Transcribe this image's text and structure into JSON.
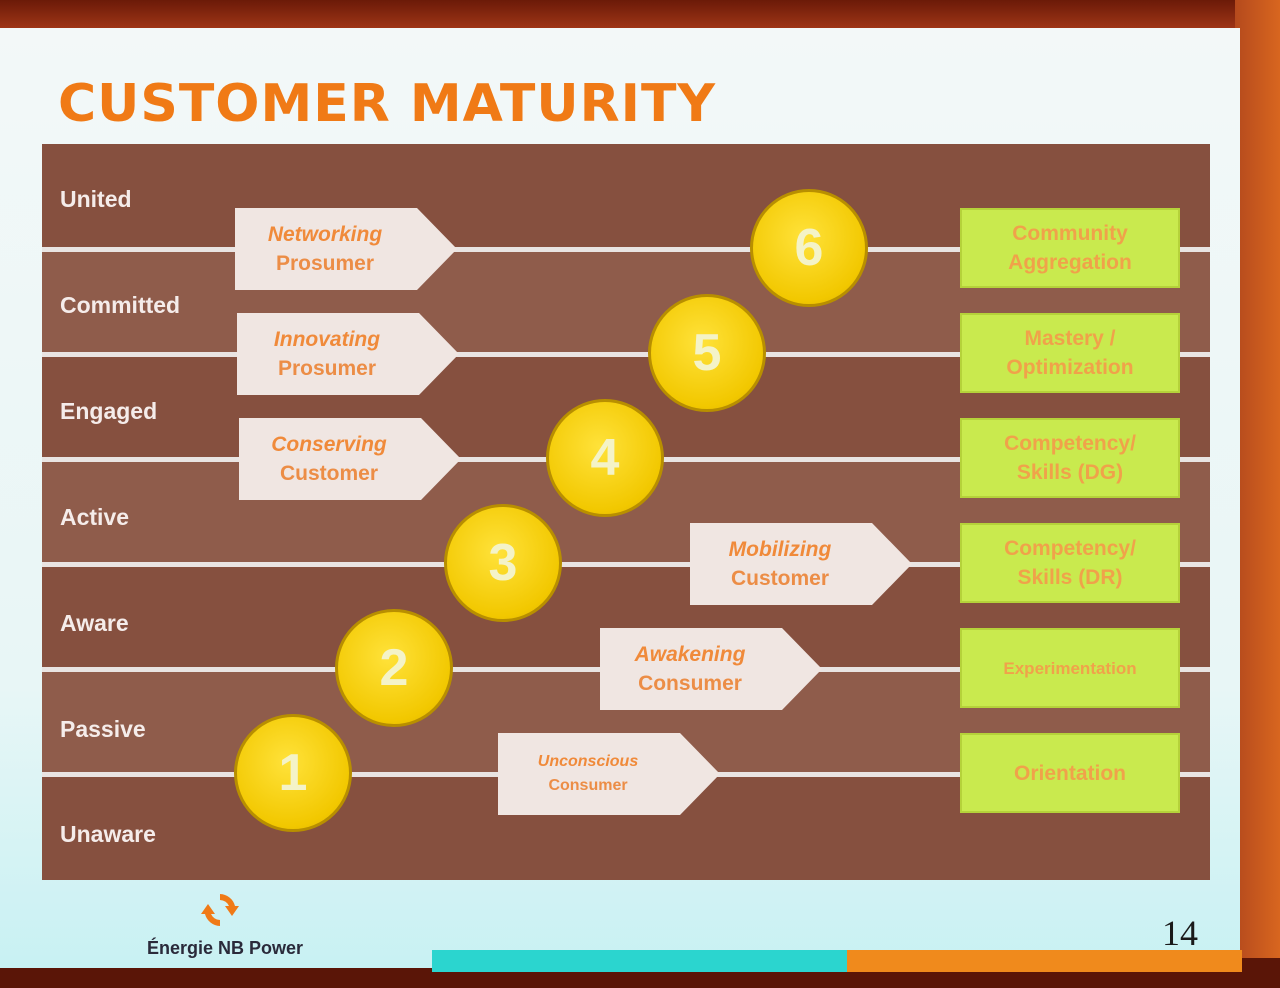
{
  "slide": {
    "title": "CUSTOMER MATURITY",
    "page_number": "14",
    "logo_text": "Énergie NB Power"
  },
  "levels": [
    "United",
    "Committed",
    "Engaged",
    "Active",
    "Aware",
    "Passive",
    "Unaware"
  ],
  "stages": [
    {
      "number": "1",
      "line1": "Unconscious",
      "line2": "Consumer",
      "result": [
        "Orientation"
      ]
    },
    {
      "number": "2",
      "line1": "Awakening",
      "line2": "Consumer",
      "result": [
        "Experimentation"
      ]
    },
    {
      "number": "3",
      "line1": "Mobilizing",
      "line2": "Customer",
      "result": [
        "Competency/",
        "Skills (DR)"
      ]
    },
    {
      "number": "4",
      "line1": "Conserving",
      "line2": "Customer",
      "result": [
        "Competency/",
        "Skills (DG)"
      ]
    },
    {
      "number": "5",
      "line1": "Innovating",
      "line2": "Prosumer",
      "result": [
        "Mastery /",
        "Optimization"
      ]
    },
    {
      "number": "6",
      "line1": "Networking",
      "line2": "Prosumer",
      "result": [
        "Community",
        "Aggregation"
      ]
    }
  ],
  "colors": {
    "title": "#f07a16",
    "panel": "#8c5a4a",
    "circle": "#f2c800",
    "result_box": "#c9ea4e",
    "arrow_box": "#f0e6e2"
  },
  "icons": {
    "logo": "recycle-arrows-icon"
  }
}
